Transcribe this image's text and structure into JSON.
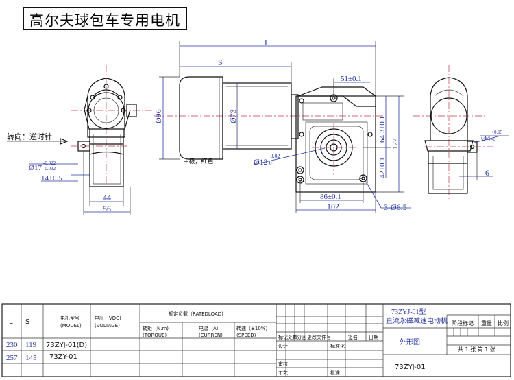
{
  "title": "高尔夫球包车专用电机",
  "dimensions": {
    "L": "L",
    "S": "S",
    "d96": "Ø96",
    "d73": "Ø73",
    "d12": "Ø12",
    "d12_tol_upper": "+0.02",
    "d12_tol_lower": "-0",
    "w51": "51±0.1",
    "h64": "64.3±0.1",
    "h122": "122",
    "h42": "42±0.1",
    "w86": "86±0.1",
    "w102": "102",
    "holes": "3-Ø6.5",
    "d4": "Ø4",
    "d4_tol_upper": "+0.15",
    "d4_tol_lower": "-0",
    "w6": "6",
    "d17": "Ø17",
    "d17_tol_upper": "-0.022",
    "d17_tol_lower": "-0.032",
    "w14": "14±0.5",
    "w44": "44",
    "w56": "56"
  },
  "rotation_note": "转向：逆时针",
  "polarity_note": "+极，红色",
  "table": {
    "headers": {
      "L": "L",
      "S": "S",
      "model_cn": "电机型号",
      "model_en": "(MODEL)",
      "voltage_cn": "电压（VDC)",
      "voltage_en": "(VOLTAGE)",
      "rated_load": "额定负载（RATEDLOAD)",
      "torque_cn": "转矩（N.m)",
      "torque_en": "(TORQUE)",
      "current_cn": "电流（A）",
      "current_en": "(CURREN)",
      "speed_cn": "转速（±10%）",
      "speed_en": "(SPEED)"
    },
    "rows": [
      {
        "L": "230",
        "S": "119",
        "model": "73ZYJ-01(D)"
      },
      {
        "L": "257",
        "S": "145",
        "model": "73ZY-01"
      }
    ],
    "title_block": {
      "type_line1": "73ZYJ-01型",
      "type_line2": "直流永磁减速电动机",
      "drawing_name": "外形图",
      "drawing_no": "73ZYJ-01",
      "stage_mark": "阶段标记",
      "weight": "重量",
      "scale": "比例",
      "sheets": "共 1 张  第 1 张",
      "mark": "标记",
      "count": "处数",
      "zone": "分区",
      "change_doc": "更改文件号",
      "signature": "签名",
      "date": "日期",
      "design": "设计",
      "standardize": "标准化",
      "review": "审核",
      "process": "工艺",
      "approve": "批准"
    }
  }
}
